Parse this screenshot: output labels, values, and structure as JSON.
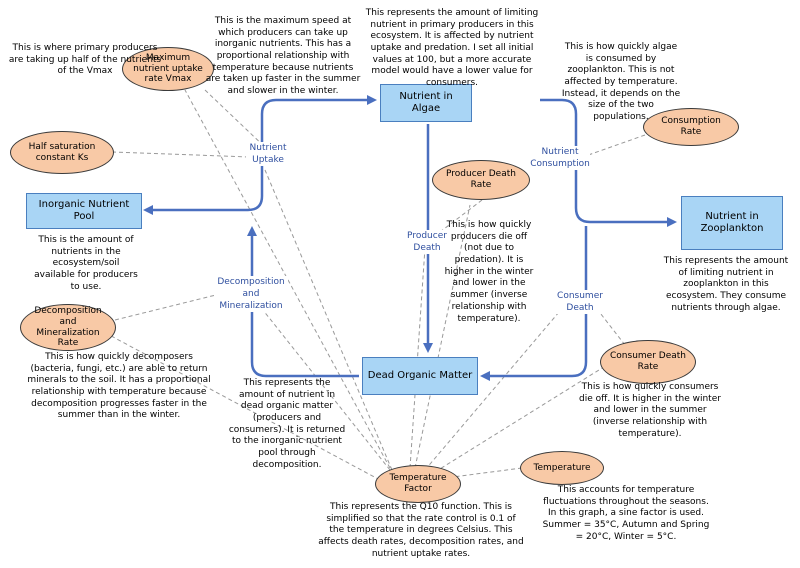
{
  "stocks": {
    "nutrient_algae": "Nutrient in Algae",
    "inorganic_pool": "Inorganic Nutrient Pool",
    "zooplankton": "Nutrient in Zooplankton",
    "dead_organic": "Dead Organic Matter"
  },
  "params": {
    "vmax": "Maximum nutrient uptake rate Vmax",
    "ks": "Half saturation constant Ks",
    "consumption_rate": "Consumption Rate",
    "producer_death_rate": "Producer Death Rate",
    "decomp_rate": "Decomposition and Mineralization Rate",
    "consumer_death_rate": "Consumer Death Rate",
    "temp_factor": "Temperature Factor",
    "temperature": "Temperature"
  },
  "flows": {
    "nutrient_uptake": "Nutrient Uptake",
    "nutrient_consumption": "Nutrient Consumption",
    "producer_death": "Producer Death",
    "consumer_death": "Consumer Death",
    "decomposition": "Decomposition and Mineralization"
  },
  "notes": {
    "vmax_half": "This is where primary producers are taking up half of the nutrients of the Vmax",
    "vmax_desc": "This is the maximum speed at which producers can take up inorganic nutrients. This has a proportional relationship with temperature because nutrients are taken up faster in the summer and slower in the winter.",
    "algae_desc": "This represents the amount of limiting nutrient in primary producers in this ecosystem. It is affected by nutrient uptake and predation. I set all initial values at 100, but a more accurate model would have a lower value for consumers.",
    "consumption_desc": "This is how quickly algae is consumed by zooplankton. This is not affected by temperature. Instead, it depends on the size of the two populations.",
    "pool_desc": "This is the amount of nutrients in the ecosystem/soil available for producers to use.",
    "producer_death_desc": "This is how quickly producers die off (not due to predation). It is higher in the winter and lower in the summer (inverse relationship with temperature).",
    "zoo_desc": "This represents the amount of limiting nutrient in zooplankton in this ecosystem. They consume nutrients through algae.",
    "decomp_desc": "This is how quickly decomposers (bacteria, fungi, etc.) are able to return minerals to the soil. It has a proportional relationship with temperature because decomposition progresses faster in the summer than in the winter.",
    "dead_desc": "This represents the amount of nutrient in dead organic matter (producers and consumers). It is returned to the inorganic nutrient pool through decomposition.",
    "consumer_death_desc": "This is how quickly consumers die off. It is higher in the winter and lower in the summer (inverse relationship with temperature).",
    "q10_desc": "This represents the Q10 function. This is simplified so that the rate control is 0.1 of the temperature in degrees Celsius. This affects death rates, decomposition rates, and nutrient uptake rates.",
    "temp_desc": "This accounts for temperature fluctuations throughout the seasons. In this graph, a sine factor is used. Summer = 35°C, Autumn and Spring = 20°C, Winter = 5°C."
  }
}
